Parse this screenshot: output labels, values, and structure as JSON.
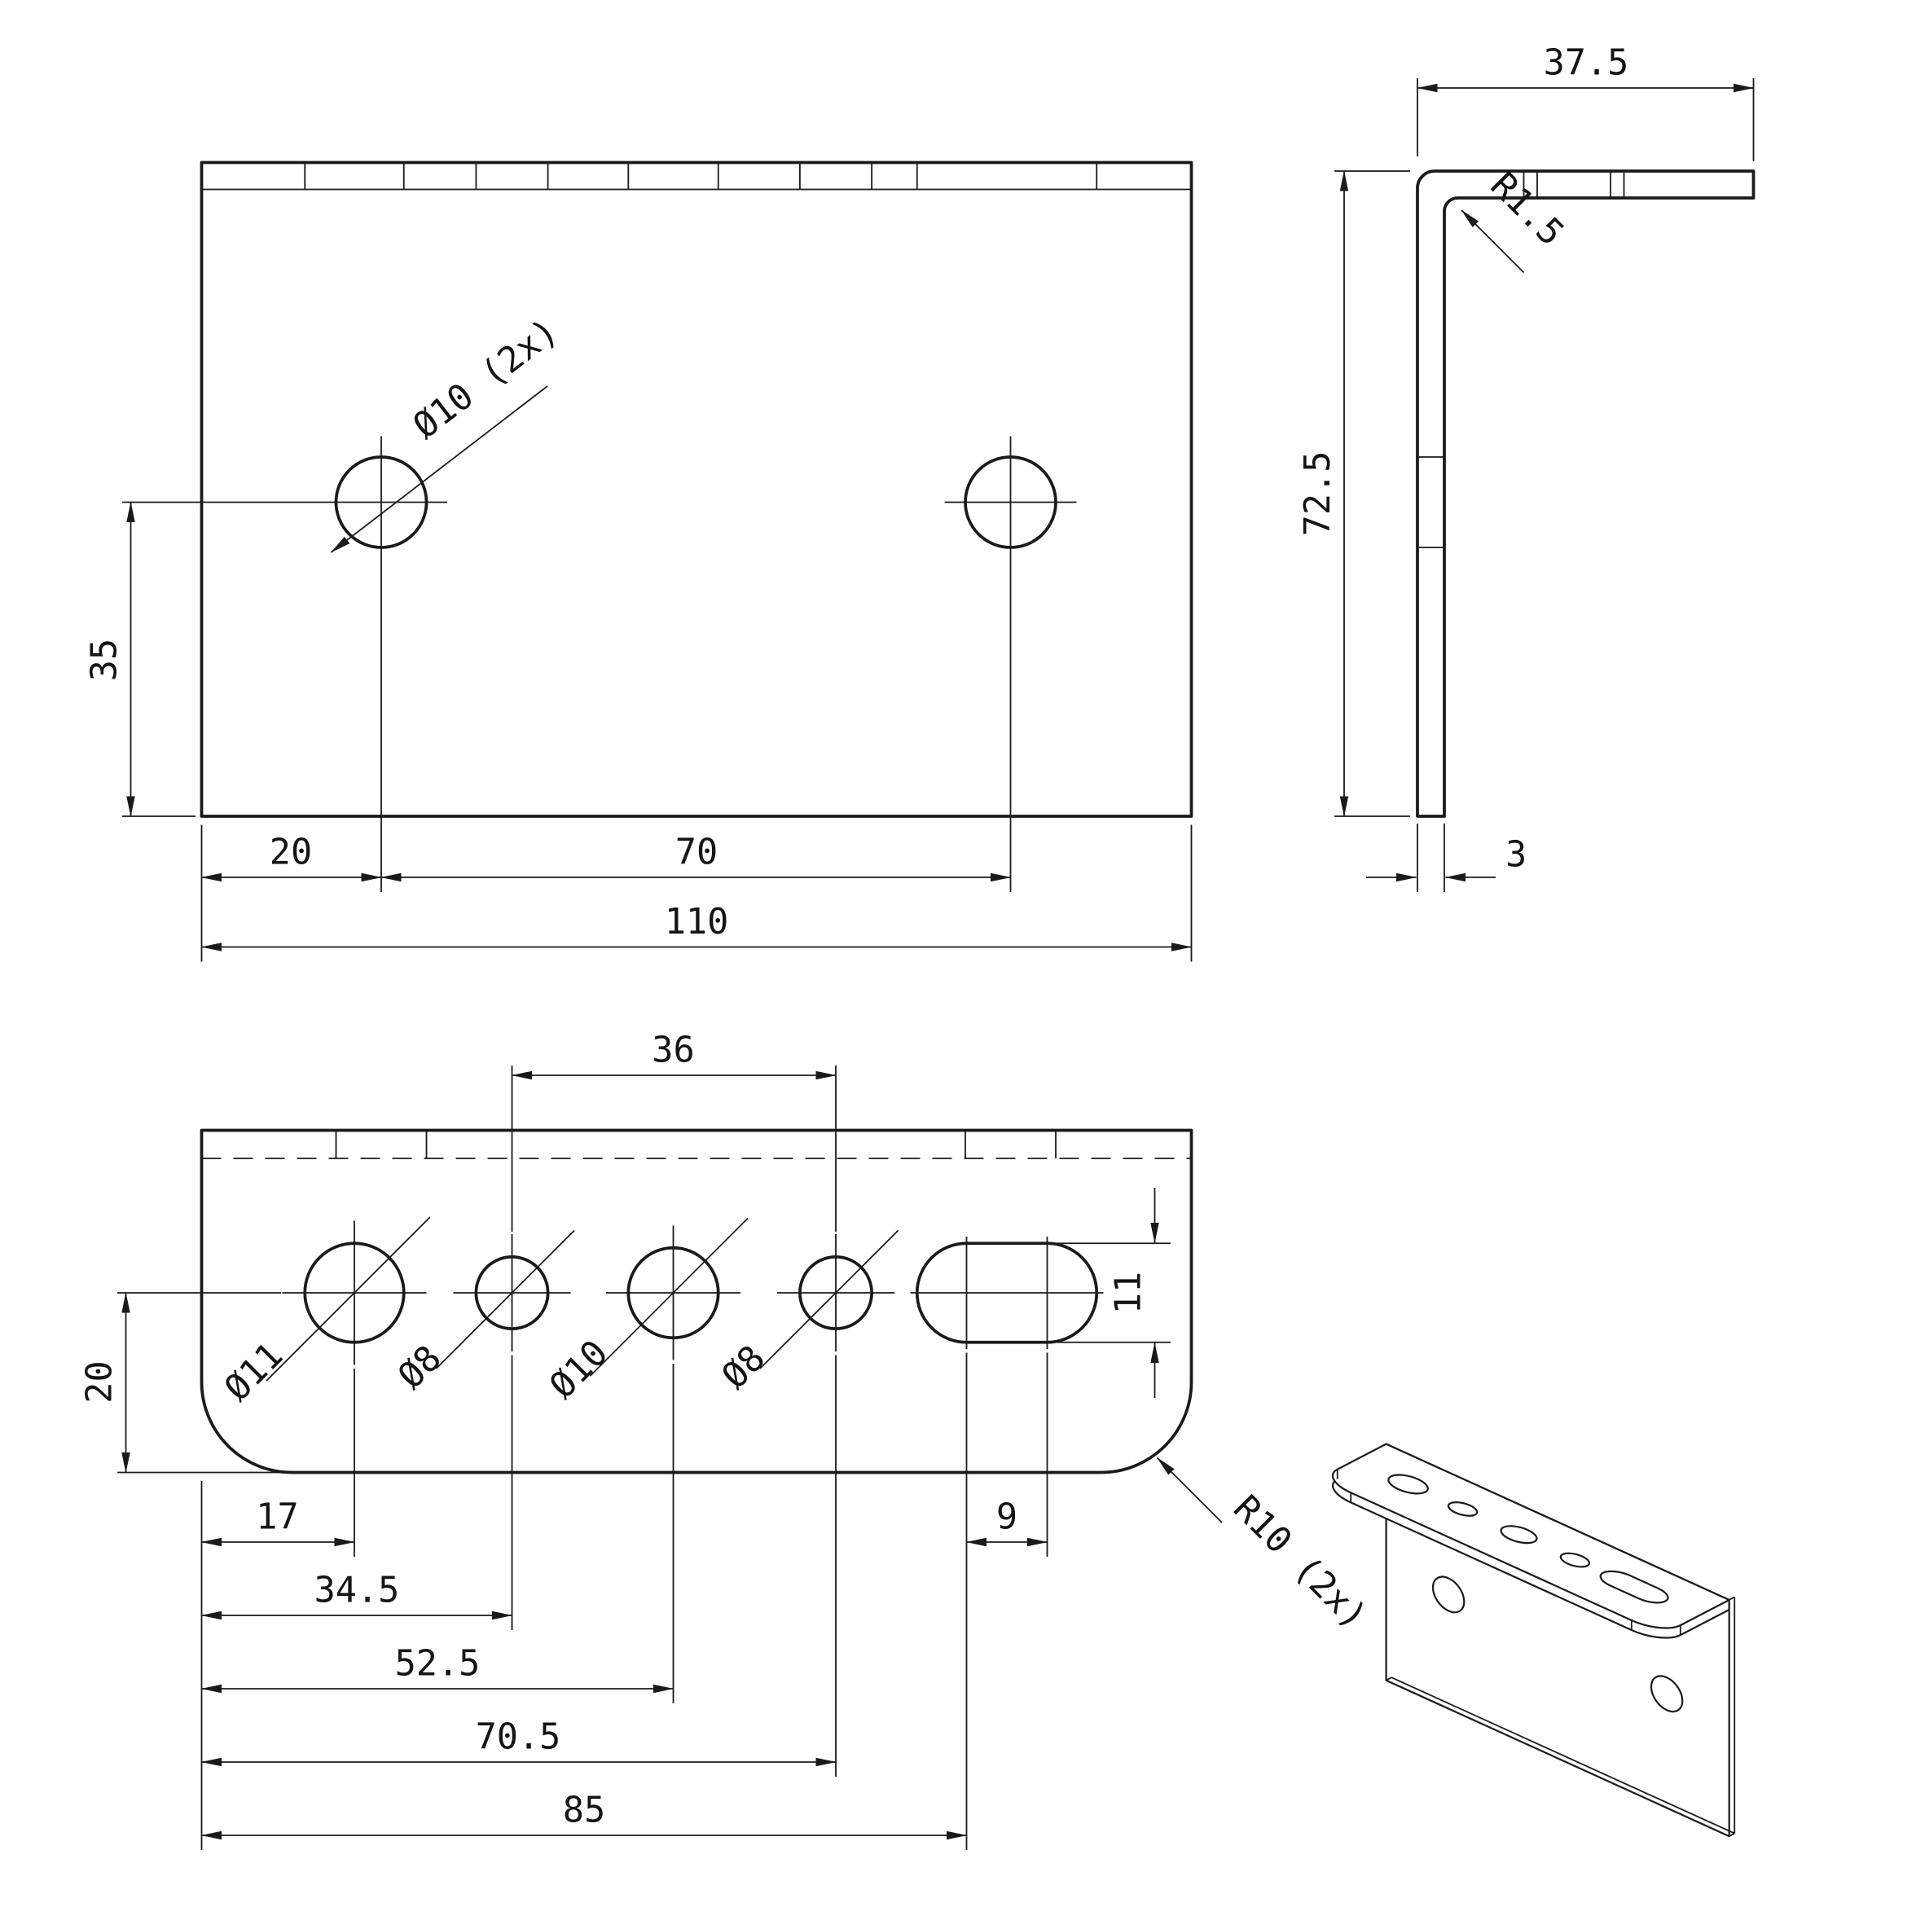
{
  "views": {
    "front": {
      "hole_callout": "Ø10 (2x)",
      "dim_hole_height": "35",
      "dim_hole_left": "20",
      "dim_hole_spacing": "70",
      "dim_width": "110"
    },
    "side": {
      "dim_flange_depth": "37.5",
      "dim_height": "72.5",
      "dim_thickness": "3",
      "fillet_callout": "R1.5"
    },
    "flange": {
      "dim_small_hole_spacing": "36",
      "dim_slot_height": "11",
      "dim_edge_offset": "20",
      "dim_hole1": "17",
      "dim_hole2": "34.5",
      "dim_hole3": "52.5",
      "dim_hole4": "70.5",
      "dim_slot": "85",
      "dim_slot_centers": "9",
      "hole1_callout": "Ø11",
      "hole2_callout": "Ø8",
      "hole3_callout": "Ø10",
      "hole4_callout": "Ø8",
      "corner_callout": "R10 (2x)"
    }
  }
}
